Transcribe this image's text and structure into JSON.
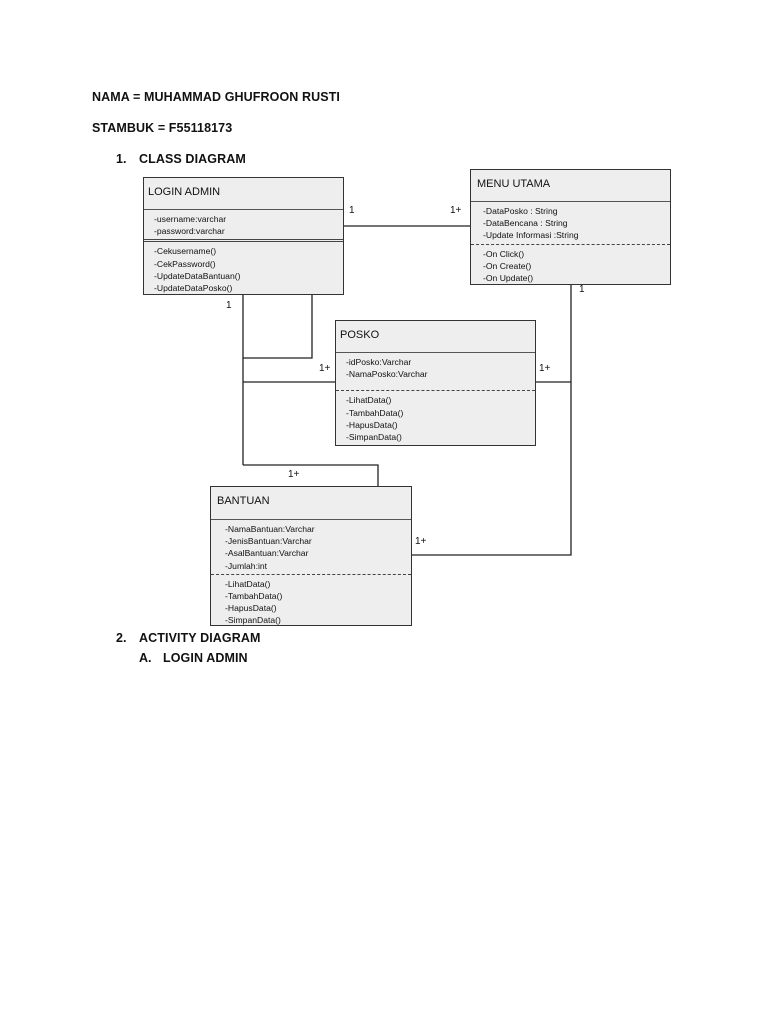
{
  "header": {
    "name": "NAMA = MUHAMMAD GHUFROON RUSTI",
    "stambuk": "STAMBUK = F55118173"
  },
  "sections": [
    {
      "number": "1.",
      "title": "CLASS DIAGRAM"
    },
    {
      "number": "2.",
      "title": "ACTIVITY DIAGRAM"
    }
  ],
  "subsection": {
    "letter": "A.",
    "title": "LOGIN ADMIN"
  },
  "classes": {
    "login_admin": {
      "name": "LOGIN ADMIN",
      "attributes": [
        "-username:varchar",
        "-password:varchar"
      ],
      "operations": [
        "-Cekusername()",
        "-CekPassword()",
        "-UpdateDataBantuan()",
        "-UpdateDataPosko()"
      ]
    },
    "menu_utama": {
      "name": "MENU UTAMA",
      "attributes": [
        "-DataPosko : String",
        "-DataBencana : String",
        "-Update Informasi :String"
      ],
      "operations": [
        "-On Click()",
        "-On Create()",
        "-On Update()"
      ]
    },
    "posko": {
      "name": "POSKO",
      "attributes": [
        "-idPosko:Varchar",
        "-NamaPosko:Varchar"
      ],
      "operations": [
        "-LihatData()",
        "-TambahData()",
        "-HapusData()",
        "-SimpanData()"
      ]
    },
    "bantuan": {
      "name": "BANTUAN",
      "attributes": [
        "-NamaBantuan:Varchar",
        "-JenisBantuan:Varchar",
        "-AsalBantuan:Varchar",
        "-Jumlah:int"
      ],
      "operations": [
        "-LihatData()",
        "-TambahData()",
        "-HapusData()",
        "-SimpanData()"
      ]
    }
  },
  "multiplicities": {
    "login_menu_left": "1",
    "login_menu_right": "1+",
    "login_bottom": "1",
    "posko_left": "1+",
    "posko_right": "1+",
    "menu_bottom": "1",
    "bantuan_top": "1+",
    "bantuan_right": "1+"
  }
}
